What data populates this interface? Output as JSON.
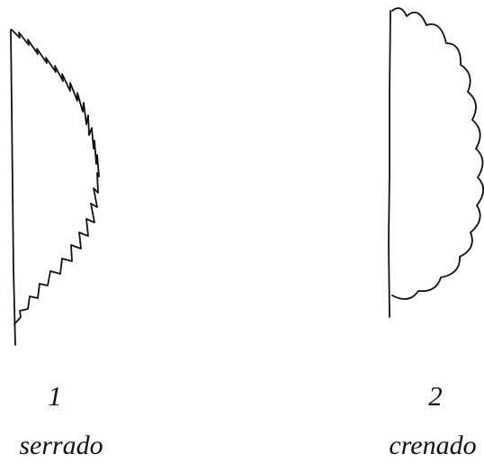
{
  "panels": [
    {
      "number": "1",
      "caption": "serrado",
      "margin_icon": "serrated-leaf-margin-icon"
    },
    {
      "number": "2",
      "caption": "crenado",
      "margin_icon": "crenate-leaf-margin-icon"
    }
  ],
  "colors": {
    "ink": "#111111",
    "background": "#ffffff"
  }
}
